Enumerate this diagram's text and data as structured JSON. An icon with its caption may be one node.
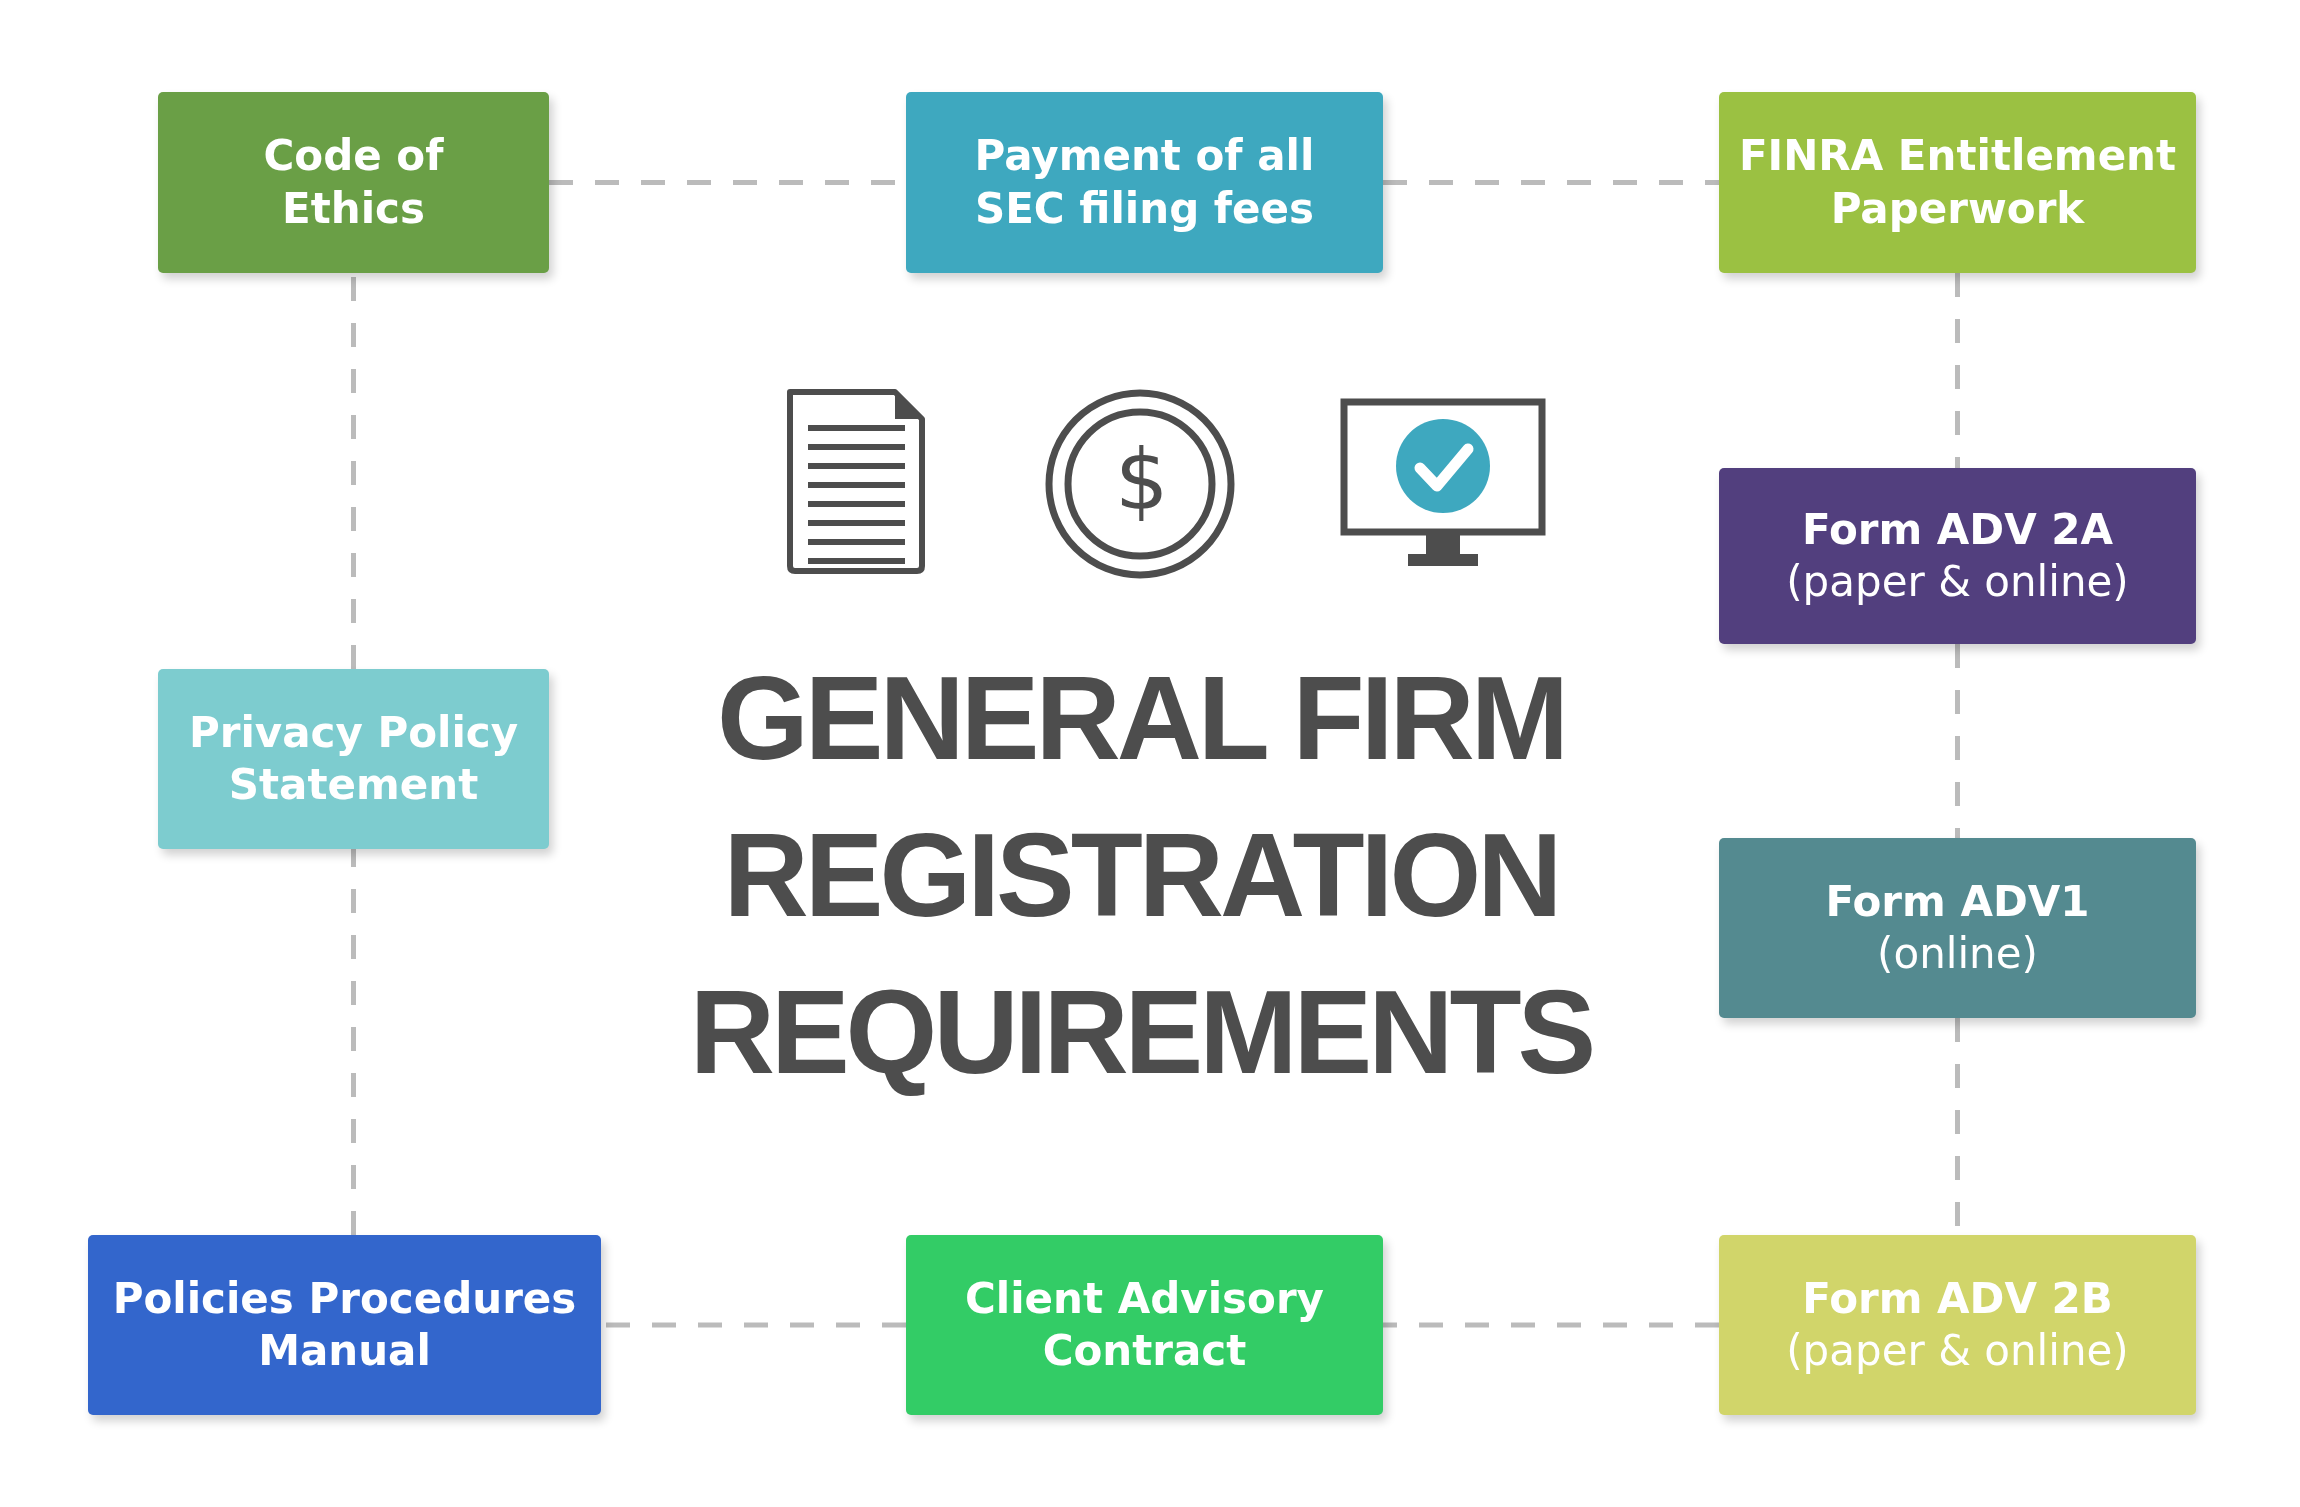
{
  "diagram": {
    "title": "GENERAL FIRM REGISTRATION REQUIREMENTS",
    "nodes": [
      {
        "text": [
          "Code of Ethics"
        ]
      },
      {
        "text": [
          "Payment of all SEC filing fees"
        ]
      },
      {
        "text": [
          "FINRA Entitlement Paperwork"
        ]
      },
      {
        "text": [
          "Form ADV 2A",
          "(paper & online)"
        ]
      },
      {
        "text": [
          "Form ADV1",
          "(online)"
        ]
      },
      {
        "text": [
          "Form ADV 2B",
          "(paper & online)"
        ]
      },
      {
        "text": [
          "Client Advisory Contract"
        ]
      },
      {
        "text": [
          "Policies Procedures Manual"
        ]
      },
      {
        "text": [
          "Privacy Policy Statement"
        ]
      }
    ],
    "edges": [
      {
        "from": 0,
        "to": 1,
        "arrow": "none",
        "style": "dashed"
      },
      {
        "from": 1,
        "to": 2,
        "arrow": "none",
        "style": "dashed"
      },
      {
        "from": 2,
        "to": 3,
        "arrow": "none",
        "style": "dashed"
      },
      {
        "from": 3,
        "to": 4,
        "arrow": "none",
        "style": "dashed"
      },
      {
        "from": 4,
        "to": 5,
        "arrow": "none",
        "style": "dashed"
      },
      {
        "from": 5,
        "to": 6,
        "arrow": "none",
        "style": "dashed"
      },
      {
        "from": 6,
        "to": 7,
        "arrow": "none",
        "style": "dashed"
      },
      {
        "from": 7,
        "to": 8,
        "arrow": "none",
        "style": "dashed"
      },
      {
        "from": 8,
        "to": 0,
        "arrow": "none",
        "style": "dashed"
      }
    ],
    "labels": [
      "$"
    ]
  }
}
